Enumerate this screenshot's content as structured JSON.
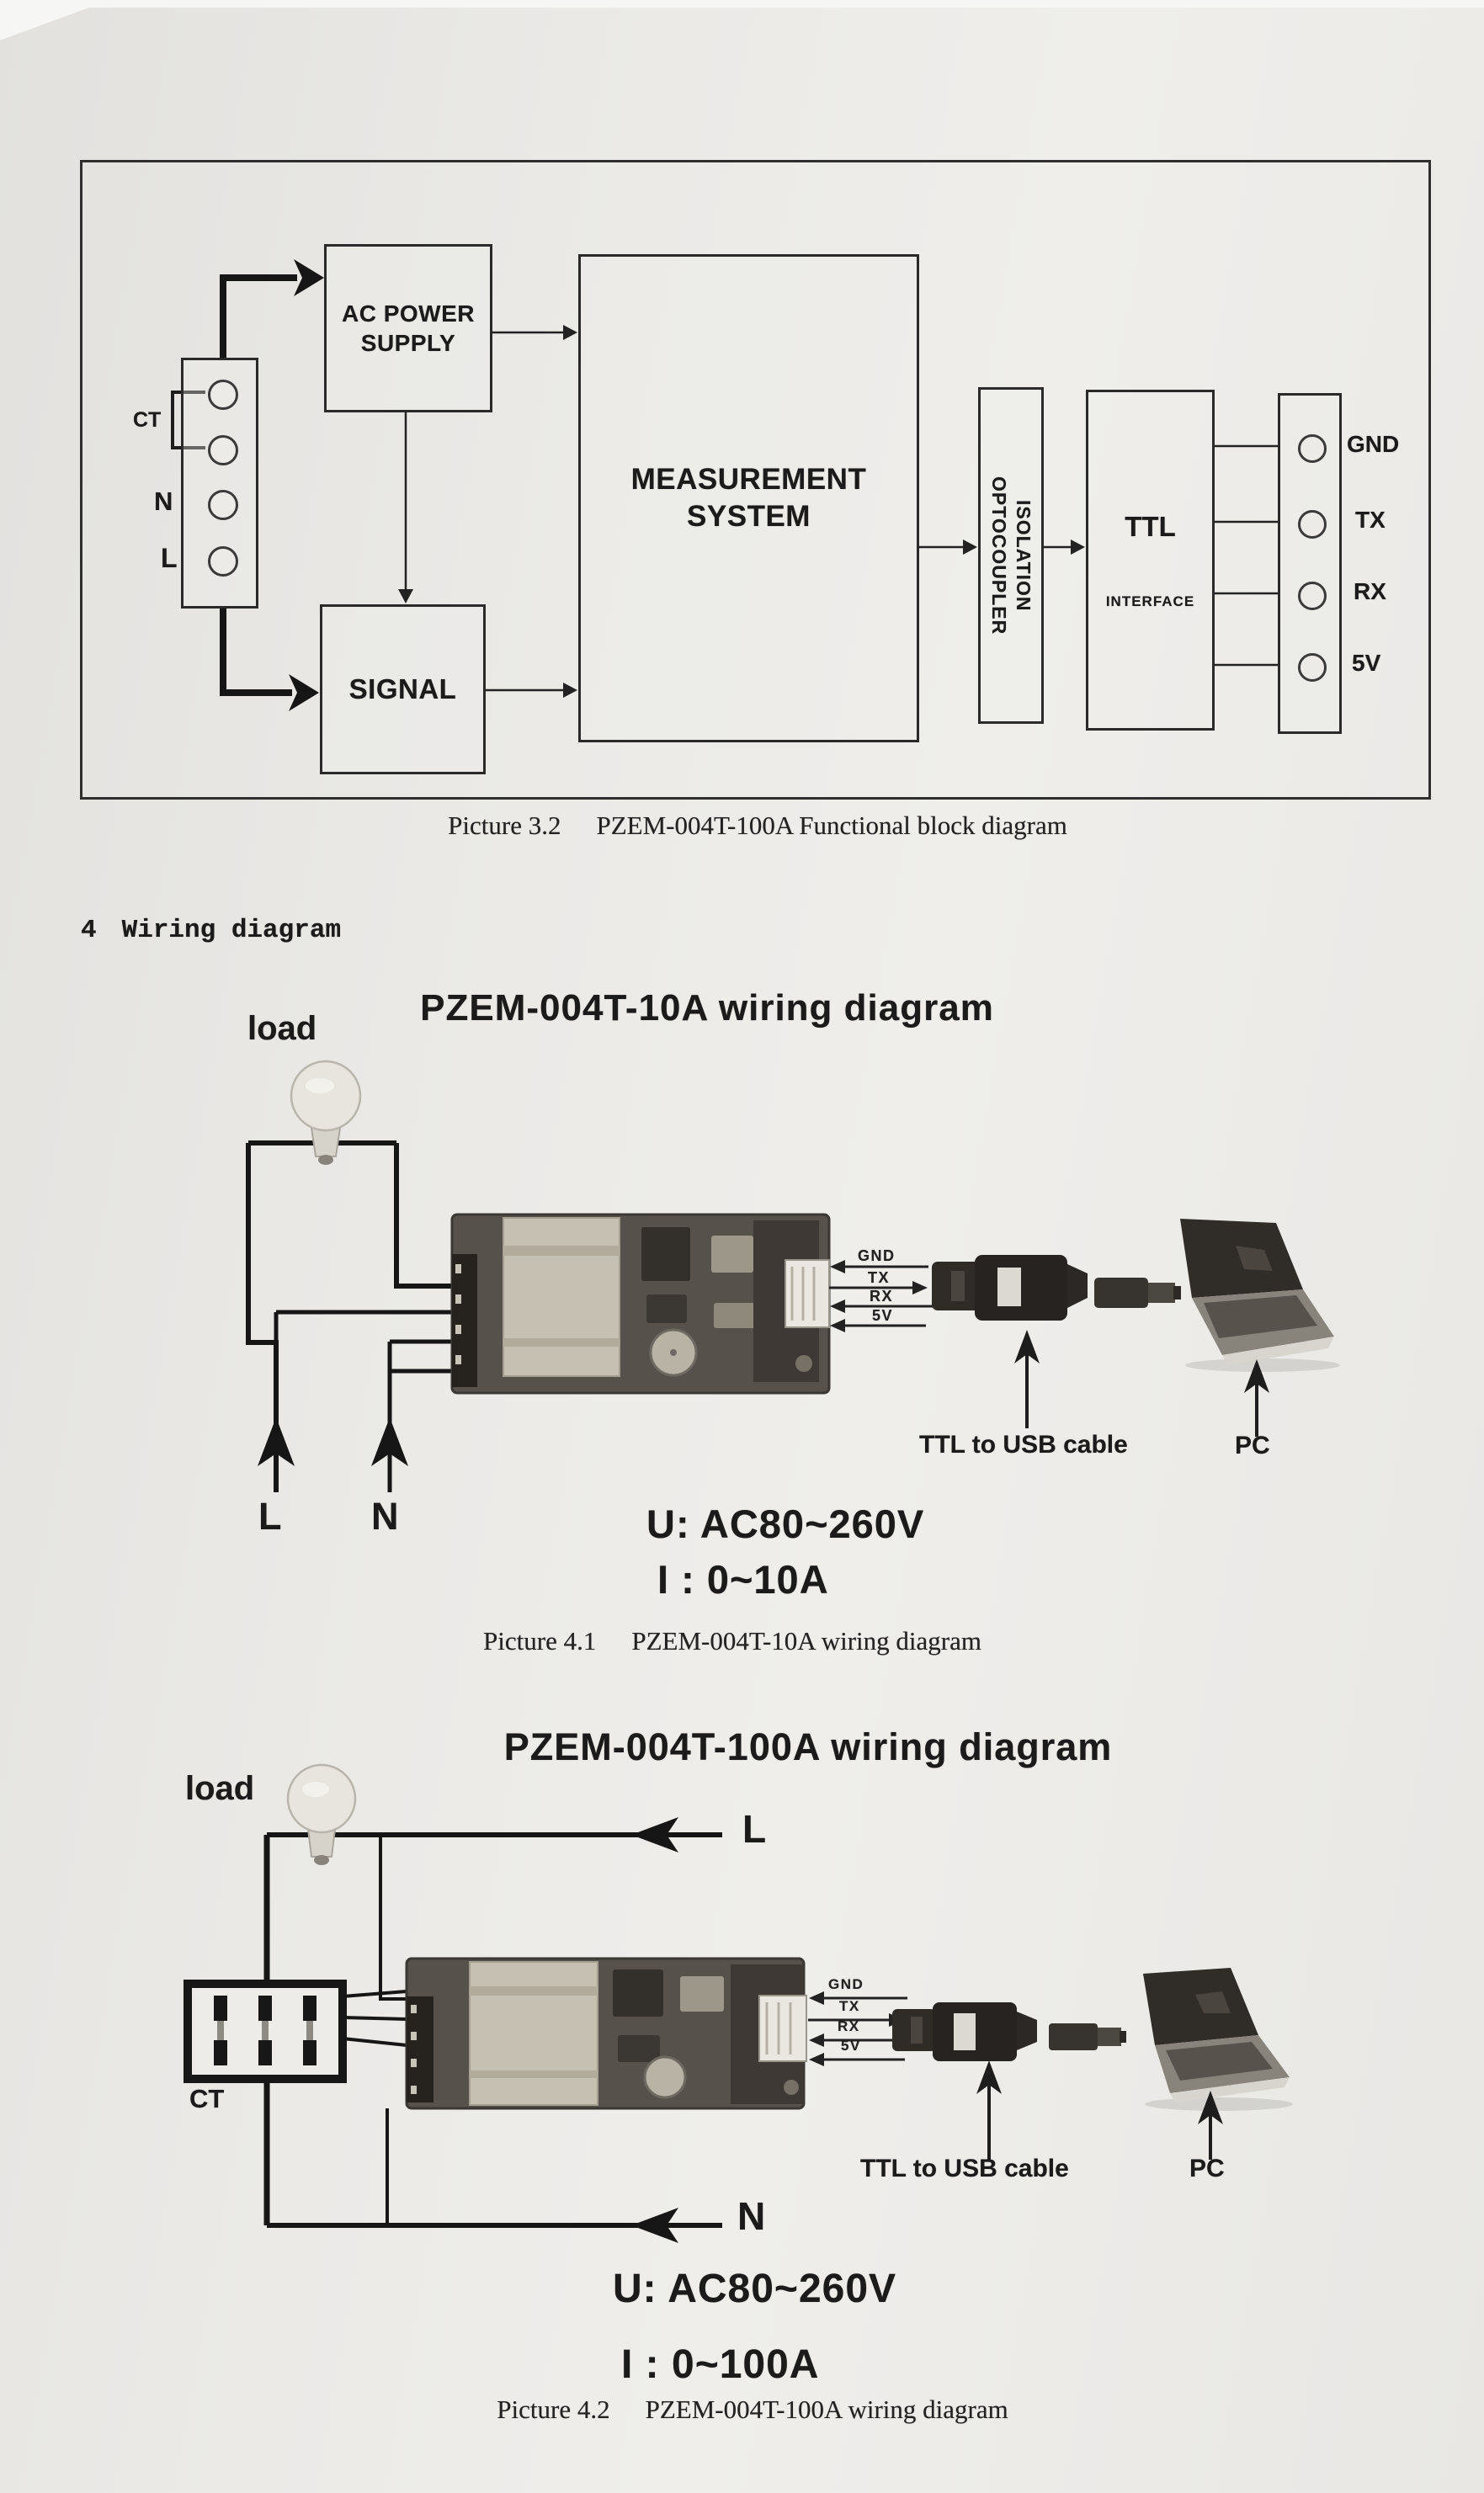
{
  "block_diagram": {
    "ac_power_supply": [
      "AC POWER",
      "SUPPLY"
    ],
    "signal": "SIGNAL",
    "measurement_system": [
      "MEASUREMENT",
      "SYSTEM"
    ],
    "optocoupler_isolation": [
      "OPTOCOUPLER",
      "ISOLATION"
    ],
    "ttl_interface": [
      "TTL",
      "INTERFACE"
    ],
    "left_terminals": {
      "ct": "CT",
      "n": "N",
      "l": "L"
    },
    "right_terminals": [
      "GND",
      "TX",
      "RX",
      "5V"
    ],
    "caption": {
      "label": "Picture 3.2",
      "text": "PZEM-004T-100A Functional block diagram"
    }
  },
  "section": {
    "number": "4",
    "title": "Wiring diagram"
  },
  "diagram_10a": {
    "title": "PZEM-004T-10A wiring diagram",
    "load": "load",
    "pins": [
      "GND",
      "TX",
      "RX",
      "5V"
    ],
    "l": "L",
    "n": "N",
    "cable": "TTL to USB cable",
    "pc": "PC",
    "voltage": "U: AC80~260V",
    "current": "I : 0~10A",
    "caption": {
      "label": "Picture 4.1",
      "text": "PZEM-004T-10A wiring diagram"
    }
  },
  "diagram_100a": {
    "title": "PZEM-004T-100A wiring diagram",
    "load": "load",
    "ct": "CT",
    "pins": [
      "GND",
      "TX",
      "RX",
      "5V"
    ],
    "l": "L",
    "n": "N",
    "cable": "TTL to USB cable",
    "pc": "PC",
    "voltage": "U: AC80~260V",
    "current": "I : 0~100A",
    "caption": {
      "label": "Picture 4.2",
      "text": "PZEM-004T-100A wiring diagram"
    }
  },
  "colors": {
    "paper": "#eae9e6",
    "ink": "#1b1b1b",
    "pcb_board": "#56514b",
    "pcb_transformer": "#c6c0b3",
    "device_black": "#262320",
    "laptop_dark": "#302d29"
  }
}
